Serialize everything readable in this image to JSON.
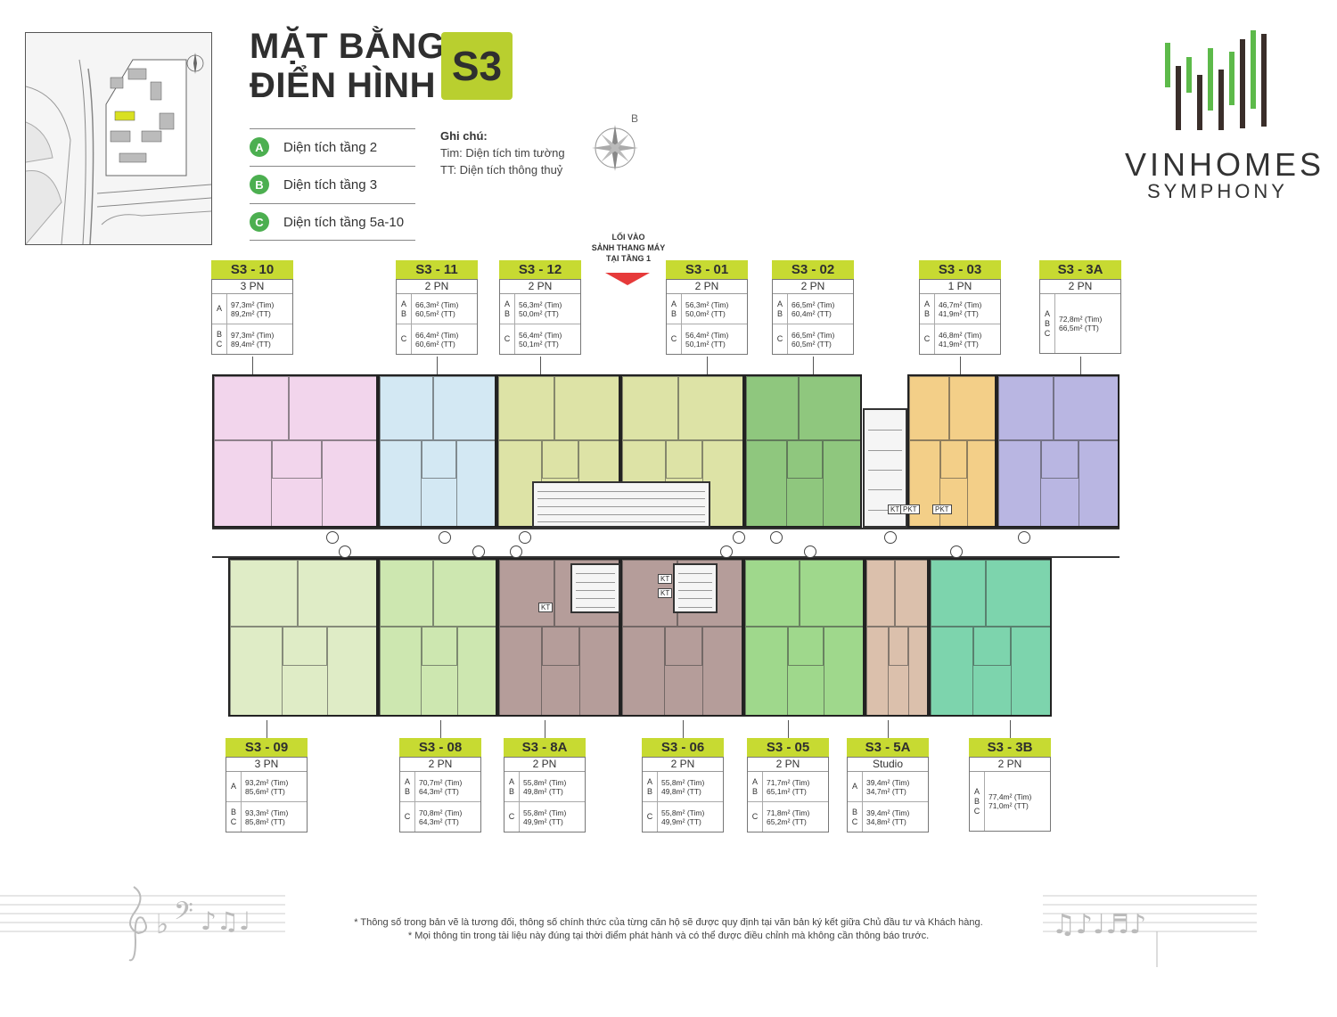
{
  "header": {
    "title_line1": "MẶT BẰNG",
    "title_line2": "ĐIỂN HÌNH",
    "badge": "S3"
  },
  "legend": [
    {
      "key": "A",
      "label": "Diện tích tầng 2"
    },
    {
      "key": "B",
      "label": "Diện tích tầng 3"
    },
    {
      "key": "C",
      "label": "Diện tích tầng 5a-10"
    }
  ],
  "note": {
    "title": "Ghi chú:",
    "line1": "Tim: Diện tích tim tường",
    "line2": "TT: Diện tích thông thuỷ"
  },
  "compass_label": "B",
  "brand": {
    "name": "VINHOMES",
    "sub": "SYMPHONY",
    "bar_color": "#5dba4a",
    "dark_color": "#3a2e2a"
  },
  "entrance": {
    "line1": "LỐI VÀO",
    "line2": "SẢNH THANG MÁY",
    "line3": "TẠI TẦNG 1"
  },
  "units_top": [
    {
      "code": "S3 - 10",
      "rooms": "3 PN",
      "rows": [
        {
          "keys": "A",
          "v1": "97,3m² (Tim)",
          "v2": "89,2m² (TT)"
        },
        {
          "keys": "B\nC",
          "v1": "97,3m² (Tim)",
          "v2": "89,4m² (TT)"
        }
      ]
    },
    {
      "code": "S3 - 11",
      "rooms": "2 PN",
      "rows": [
        {
          "keys": "A\nB",
          "v1": "66,3m² (Tim)",
          "v2": "60,5m² (TT)"
        },
        {
          "keys": "C",
          "v1": "66,4m² (Tim)",
          "v2": "60,6m² (TT)"
        }
      ]
    },
    {
      "code": "S3 - 12",
      "rooms": "2 PN",
      "rows": [
        {
          "keys": "A\nB",
          "v1": "56,3m² (Tim)",
          "v2": "50,0m² (TT)"
        },
        {
          "keys": "C",
          "v1": "56,4m² (Tim)",
          "v2": "50,1m² (TT)"
        }
      ]
    },
    {
      "code": "S3 - 01",
      "rooms": "2 PN",
      "rows": [
        {
          "keys": "A\nB",
          "v1": "56,3m² (Tim)",
          "v2": "50,0m² (TT)"
        },
        {
          "keys": "C",
          "v1": "56,4m² (Tim)",
          "v2": "50,1m² (TT)"
        }
      ]
    },
    {
      "code": "S3 - 02",
      "rooms": "2 PN",
      "rows": [
        {
          "keys": "A\nB",
          "v1": "66,5m² (Tim)",
          "v2": "60,4m² (TT)"
        },
        {
          "keys": "C",
          "v1": "66,5m² (Tim)",
          "v2": "60,5m² (TT)"
        }
      ]
    },
    {
      "code": "S3 - 03",
      "rooms": "1 PN",
      "rows": [
        {
          "keys": "A\nB",
          "v1": "46,7m² (Tim)",
          "v2": "41,9m² (TT)"
        },
        {
          "keys": "C",
          "v1": "46,8m² (Tim)",
          "v2": "41,9m² (TT)"
        }
      ]
    },
    {
      "code": "S3 - 3A",
      "rooms": "2 PN",
      "rows": [
        {
          "keys": "A\nB\nC",
          "v1": "72,8m² (Tim)",
          "v2": "66,5m² (TT)"
        }
      ]
    }
  ],
  "units_bottom": [
    {
      "code": "S3 - 09",
      "rooms": "3 PN",
      "rows": [
        {
          "keys": "A",
          "v1": "93,2m² (Tim)",
          "v2": "85,6m² (TT)"
        },
        {
          "keys": "B\nC",
          "v1": "93,3m² (Tim)",
          "v2": "85,8m² (TT)"
        }
      ]
    },
    {
      "code": "S3 - 08",
      "rooms": "2 PN",
      "rows": [
        {
          "keys": "A\nB",
          "v1": "70,7m² (Tim)",
          "v2": "64,3m² (TT)"
        },
        {
          "keys": "C",
          "v1": "70,8m² (Tim)",
          "v2": "64,3m² (TT)"
        }
      ]
    },
    {
      "code": "S3 - 8A",
      "rooms": "2 PN",
      "rows": [
        {
          "keys": "A\nB",
          "v1": "55,8m² (Tim)",
          "v2": "49,8m² (TT)"
        },
        {
          "keys": "C",
          "v1": "55,8m² (Tim)",
          "v2": "49,9m² (TT)"
        }
      ]
    },
    {
      "code": "S3 - 06",
      "rooms": "2 PN",
      "rows": [
        {
          "keys": "A\nB",
          "v1": "55,8m² (Tim)",
          "v2": "49,8m² (TT)"
        },
        {
          "keys": "C",
          "v1": "55,8m² (Tim)",
          "v2": "49,9m² (TT)"
        }
      ]
    },
    {
      "code": "S3 - 05",
      "rooms": "2 PN",
      "rows": [
        {
          "keys": "A\nB",
          "v1": "71,7m² (Tim)",
          "v2": "65,1m² (TT)"
        },
        {
          "keys": "C",
          "v1": "71,8m² (Tim)",
          "v2": "65,2m² (TT)"
        }
      ]
    },
    {
      "code": "S3 - 5A",
      "rooms": "Studio",
      "rows": [
        {
          "keys": "A",
          "v1": "39,4m² (Tim)",
          "v2": "34,7m² (TT)"
        },
        {
          "keys": "B\nC",
          "v1": "39,4m² (Tim)",
          "v2": "34,8m² (TT)"
        }
      ]
    },
    {
      "code": "S3 - 3B",
      "rooms": "2 PN",
      "rows": [
        {
          "keys": "A\nB\nC",
          "v1": "77,4m² (Tim)",
          "v2": "71,0m² (TT)"
        }
      ]
    }
  ],
  "plan_colors": {
    "S3-10": "#f2d5ec",
    "S3-11": "#d3e8f3",
    "S3-12": "#dde3a6",
    "S3-01": "#dde3a6",
    "S3-02": "#8fc77e",
    "S3-03": "#f3cf88",
    "S3-3A": "#b9b6e2",
    "S3-09": "#dfecc6",
    "S3-08": "#cde7b0",
    "S3-8A": "#b59d9a",
    "S3-06": "#b59d9a",
    "S3-05": "#9fd88c",
    "S3-5A": "#dbc0ac",
    "S3-3B": "#7dd4ad"
  },
  "core_labels": {
    "kt": "KT",
    "pkt": "PKT"
  },
  "footnote": {
    "line1": "* Thông số trong bản vẽ là tương đối, thông số chính thức của từng căn hộ sẽ được quy định tại văn bản ký kết giữa Chủ đầu tư và Khách hàng.",
    "line2": "* Mọi thông tin trong tài liệu này đúng tại thời điểm phát hành và có thể được điều chỉnh mà không cần thông báo trước."
  }
}
